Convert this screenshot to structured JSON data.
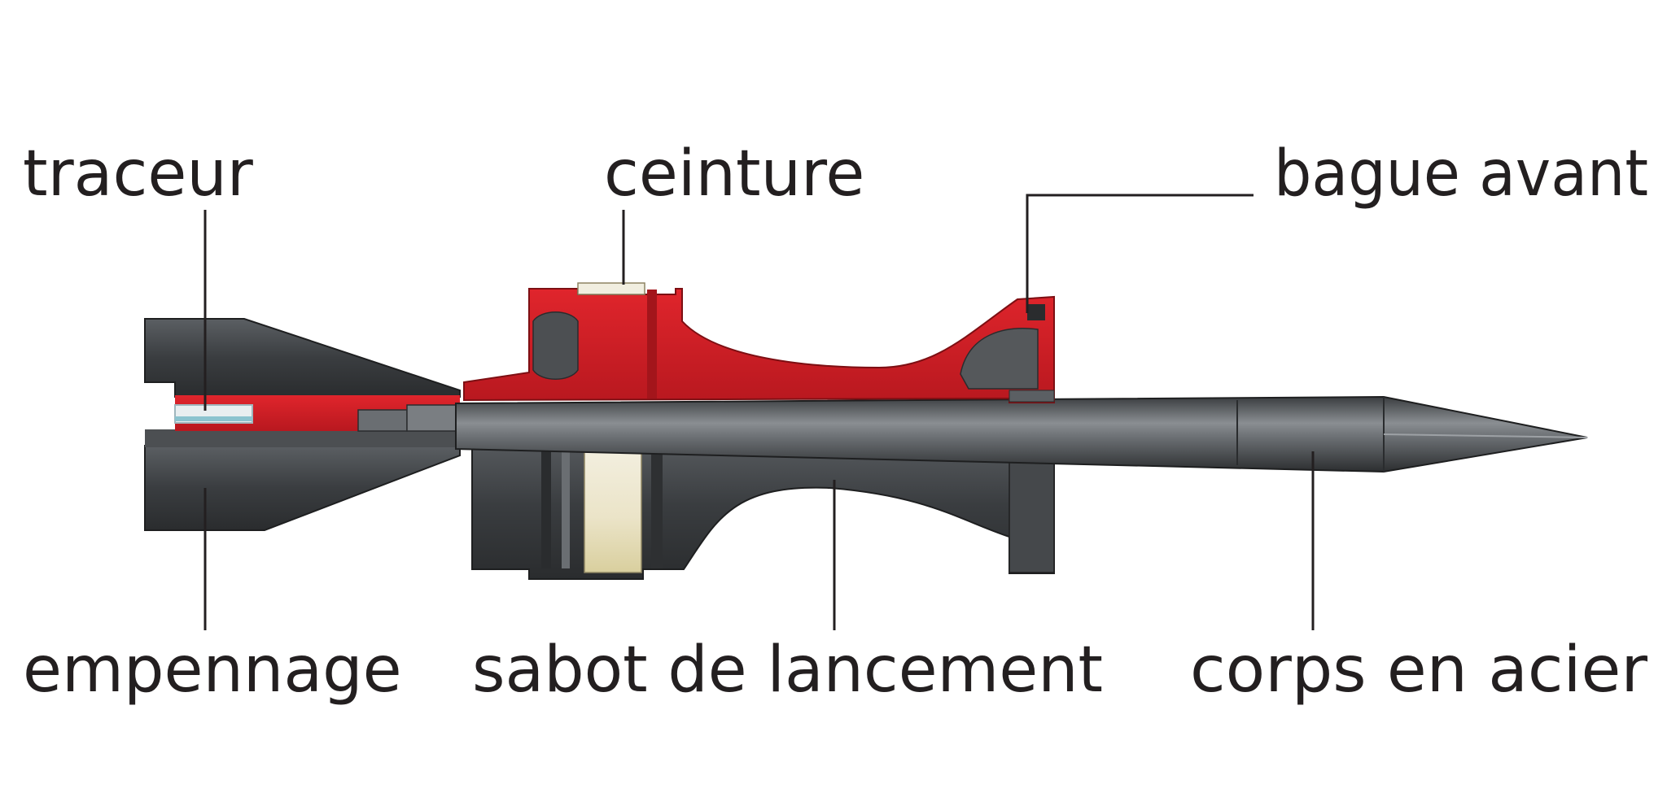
{
  "labels": {
    "traceur": "traceur",
    "ceinture": "ceinture",
    "bague_avant": "bague avant",
    "empennage": "empennage",
    "sabot": "sabot de lancement",
    "corps": "corps en acier"
  },
  "colors": {
    "text": "#231f20",
    "sabot_red": "#d21f26",
    "steel_dark": "#3c3f42",
    "steel_mid": "#5b5f63",
    "steel_light": "#8a8e92",
    "background": "#ffffff"
  }
}
